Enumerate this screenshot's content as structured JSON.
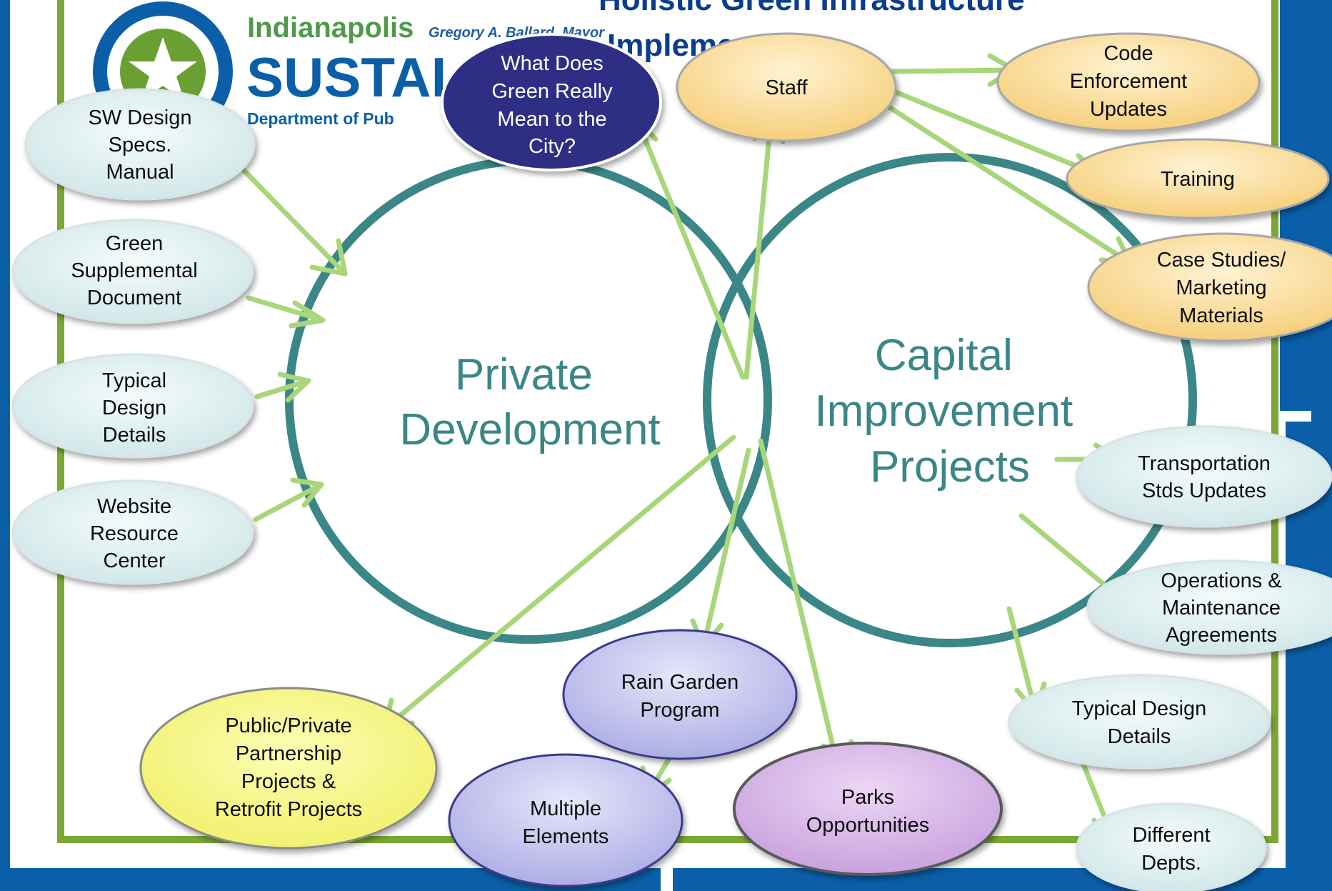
{
  "header": {
    "title_line1": "Holistic Green Infrastructure",
    "title_line2": "Implementation"
  },
  "logo": {
    "city": "Indianapolis",
    "mayor": "Gregory A. Ballard, Mayor",
    "word": "SUSTAI",
    "dept": "Department of Pub"
  },
  "circles": {
    "private": [
      "Private",
      "Development"
    ],
    "capital": [
      "Capital",
      "Improvement",
      "Projects"
    ]
  },
  "nodes": {
    "sw_design": [
      "SW Design",
      "Specs.",
      "Manual"
    ],
    "green_supp": [
      "Green",
      "Supplemental",
      "Document"
    ],
    "typical_left": [
      "Typical",
      "Design",
      "Details"
    ],
    "website": [
      "Website",
      "Resource",
      "Center"
    ],
    "what_green": [
      "What Does",
      "Green Really",
      "Mean to the",
      "City?"
    ],
    "staff": [
      "Staff"
    ],
    "code_enf": [
      "Code",
      "Enforcement",
      "Updates"
    ],
    "training": [
      "Training"
    ],
    "case_studies": [
      "Case Studies/",
      "Marketing",
      "Materials"
    ],
    "transport": [
      "Transportation",
      "Stds Updates"
    ],
    "operations": [
      "Operations &",
      "Maintenance",
      "Agreements"
    ],
    "typical_right": [
      "Typical Design",
      "Details"
    ],
    "diff_depts": [
      "Different",
      "Depts."
    ],
    "rain_garden": [
      "Rain Garden",
      "Program"
    ],
    "multiple": [
      "Multiple",
      "Elements"
    ],
    "parks": [
      "Parks",
      "Opportunities"
    ],
    "ppp": [
      "Public/Private",
      "Partnership",
      "Projects &",
      "Retrofit Projects"
    ]
  },
  "colors": {
    "border_blue": "#0a5fa8",
    "border_green": "#7ba832",
    "circle_teal": "#3b8686",
    "arrow_green": "#a8d67a",
    "node_lightblue": "#d9ecee",
    "node_orange": "#fbdc9a",
    "node_navy": "#2e2f85",
    "node_lavender": "#c3c2ec",
    "node_purple": "#d8b4e8",
    "node_yellow": "#f6f685"
  }
}
